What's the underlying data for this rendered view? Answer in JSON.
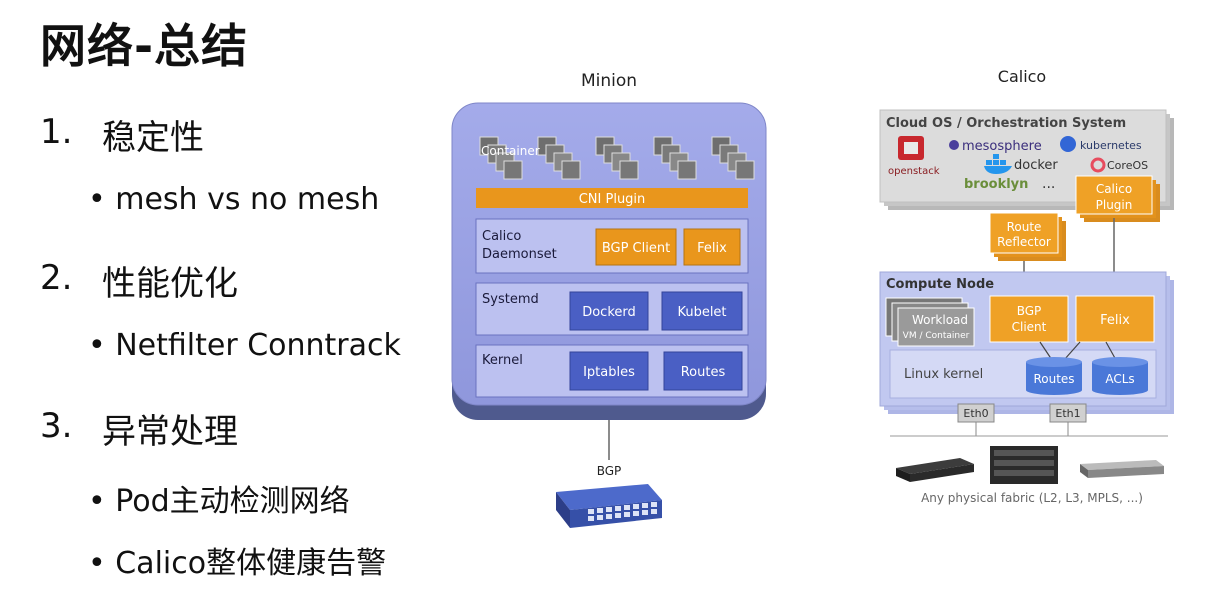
{
  "title": "网络-总结",
  "list": [
    {
      "num": "1.",
      "label": "稳定性",
      "subs": [
        "mesh vs no mesh"
      ]
    },
    {
      "num": "2.",
      "label": "性能优化",
      "subs": [
        "Netfilter Conntrack"
      ]
    },
    {
      "num": "3.",
      "label": "异常处理",
      "subs": [
        "Pod主动检测网络",
        "Calico整体健康告警"
      ]
    }
  ],
  "minion": {
    "caption": "Minion",
    "container_label": "Container",
    "cni_plugin": "CNI Plugin",
    "calico_daemonset": [
      "Calico",
      "Daemonset"
    ],
    "bgp_client": "BGP Client",
    "felix": "Felix",
    "systemd": "Systemd",
    "dockerd": "Dockerd",
    "kubelet": "Kubelet",
    "kernel": "Kernel",
    "iptables": "Iptables",
    "routes": "Routes",
    "bgp": "BGP"
  },
  "calico": {
    "caption": "Calico",
    "orchestration_title": "Cloud OS / Orchestration System",
    "logos": [
      "openstack",
      "mesosphere",
      "kubernetes",
      "docker",
      "CoreOS",
      "brooklyn",
      "..."
    ],
    "calico_plugin": [
      "Calico",
      "Plugin"
    ],
    "route_reflector": [
      "Route",
      "Reflector"
    ],
    "compute_node": "Compute Node",
    "workload": [
      "Workload",
      "VM / Container"
    ],
    "bgp_client": [
      "BGP",
      "Client"
    ],
    "felix": "Felix",
    "linux_kernel": "Linux kernel",
    "routes": "Routes",
    "acls": "ACLs",
    "eth0": "Eth0",
    "eth1": "Eth1",
    "fabric": "Any physical fabric (L2, L3, MPLS, ...)"
  },
  "colors": {
    "minion_bg": "#9DA4E4",
    "orange": "#E9961C",
    "blue_box": "#4A5FC4",
    "calico_blue": "#BAC2EE"
  }
}
